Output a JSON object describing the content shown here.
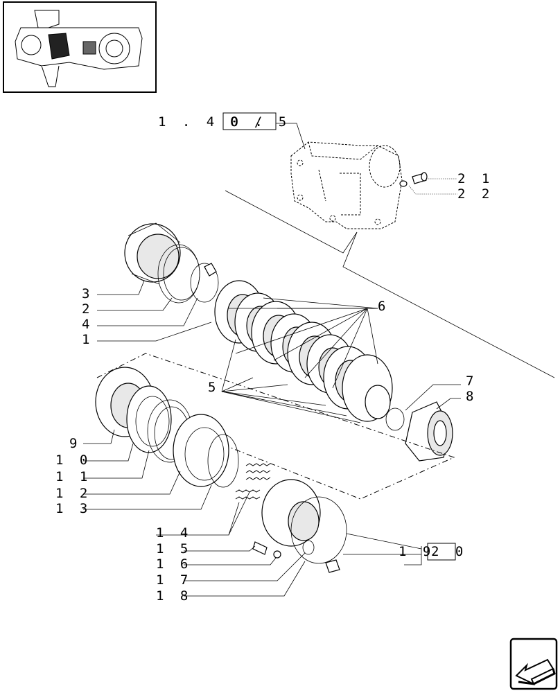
{
  "reference": {
    "prefix": "1 . 4 0 .",
    "boxed": "0 / 5"
  },
  "group_ref": {
    "prefix": "1 9",
    "boxed": "2 0"
  },
  "callouts": {
    "c1": "1",
    "c2": "2",
    "c3": "3",
    "c4": "4",
    "c5": "5",
    "c6": "6",
    "c7": "7",
    "c8": "8",
    "c9": "9",
    "c10": "1 0",
    "c11": "1 1",
    "c12": "1 2",
    "c13": "1 3",
    "c14": "1 4",
    "c15": "1 5",
    "c16": "1 6",
    "c17": "1 7",
    "c18": "1 8",
    "c21": "2 1",
    "c22": "2 2"
  },
  "icons": {
    "thumbnail": "axle-assembly-thumbnail",
    "nav": "next-page-arrow-icon"
  }
}
